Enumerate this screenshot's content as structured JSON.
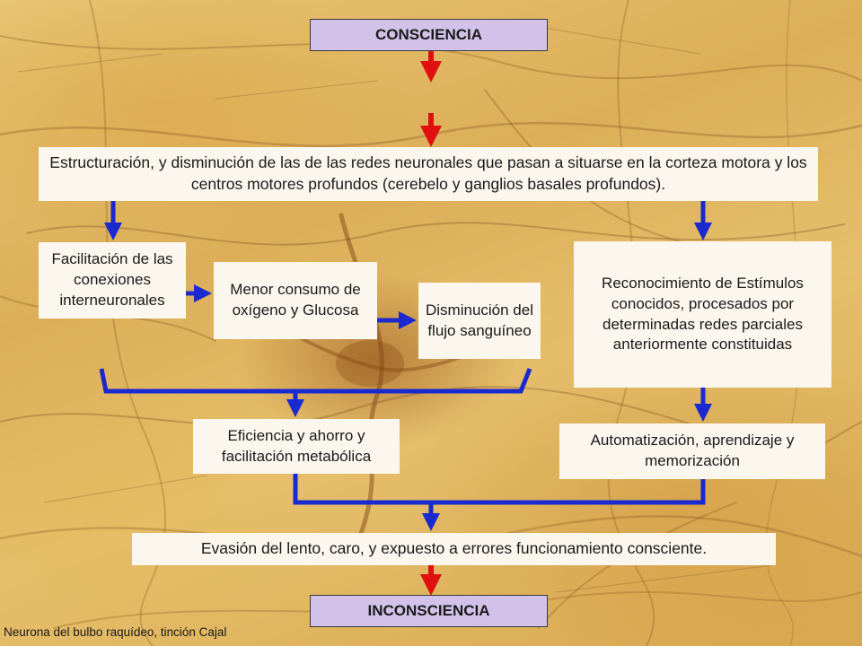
{
  "diagram": {
    "top_node": "CONSCIENCIA",
    "main_process": "Estructuración, y disminución de las de las redes neuronales que pasan a situarse en la corteza motora y los centros motores profundos (cerebelo y ganglios basales profundos).",
    "left_branch": {
      "facilitation": "Facilitación de las conexiones interneuronales",
      "less_consumption": "Menor consumo de oxígeno y Glucosa",
      "reduced_flow": "Disminución del flujo sanguíneo",
      "efficiency": "Eficiencia y ahorro y facilitación metabólica"
    },
    "right_branch": {
      "recognition": "Reconocimiento de Estímulos conocidos, procesados por determinadas redes parciales anteriormente constituidas",
      "automation": "Automatización, aprendizaje y memorización"
    },
    "evasion": "Evasión del lento, caro, y expuesto a errores funcionamiento consciente.",
    "bottom_node": "INCONSCIENCIA"
  },
  "caption": "Neurona del bulbo raquídeo, tinción Cajal",
  "colors": {
    "red_arrow": "#e01010",
    "blue_arrow": "#1a2ad0",
    "header_fill": "#d2c2ea",
    "box_fill": "#fbf7ee"
  }
}
